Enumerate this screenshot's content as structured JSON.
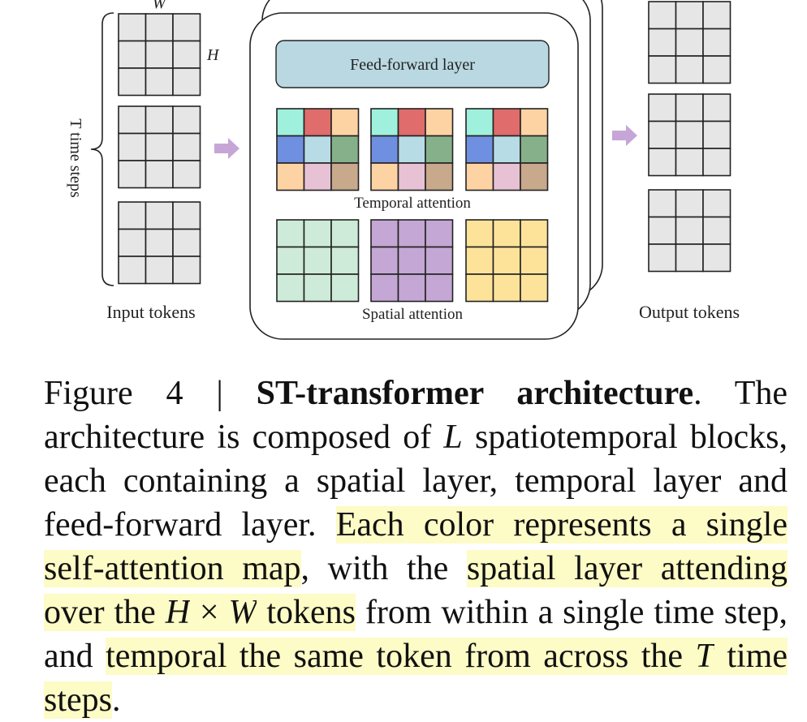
{
  "figure": {
    "labels": {
      "w": "W",
      "h": "H",
      "t_axis": "T time steps",
      "input_tokens": "Input tokens",
      "output_tokens": "Output tokens",
      "feed_forward": "Feed-forward layer",
      "temporal_attention": "Temporal attention",
      "spatial_attention": "Spatial attention"
    },
    "colors": {
      "grid_fill": "#e6e6e6",
      "grid_stroke": "#222222",
      "arrow": "#c6a6d6",
      "ff_fill": "#b9d8e2",
      "temporal_palette": [
        "#9ff0dc",
        "#e06c6c",
        "#fdd3a4",
        "#6f8fe0",
        "#b7dce6",
        "#86b08a",
        "#fdd3a4",
        "#e6c2d4",
        "#c8a98b"
      ],
      "spatial_colors": [
        "#cdebd8",
        "#c4a7d4",
        "#fde39a"
      ]
    }
  },
  "caption": {
    "figure_label": "Figure 4 | ",
    "title": "ST-transformer architecture",
    "t1": ". The architecture is composed of ",
    "var_l": "L",
    "t2": " spatiotemporal blocks, each containing a spatial layer, temporal layer and feed-forward layer. ",
    "h1": "Each color represents a single self-attention map",
    "t3": ", with the ",
    "h2a": "spatial layer attending over the ",
    "var_h": "H",
    "times": " × ",
    "var_w": "W",
    "h2b": " tokens",
    "t4": " from within a single time step, and ",
    "h3a": "temporal the same token from across the ",
    "var_t": "T",
    "h3b": " time steps",
    "t5": "."
  }
}
